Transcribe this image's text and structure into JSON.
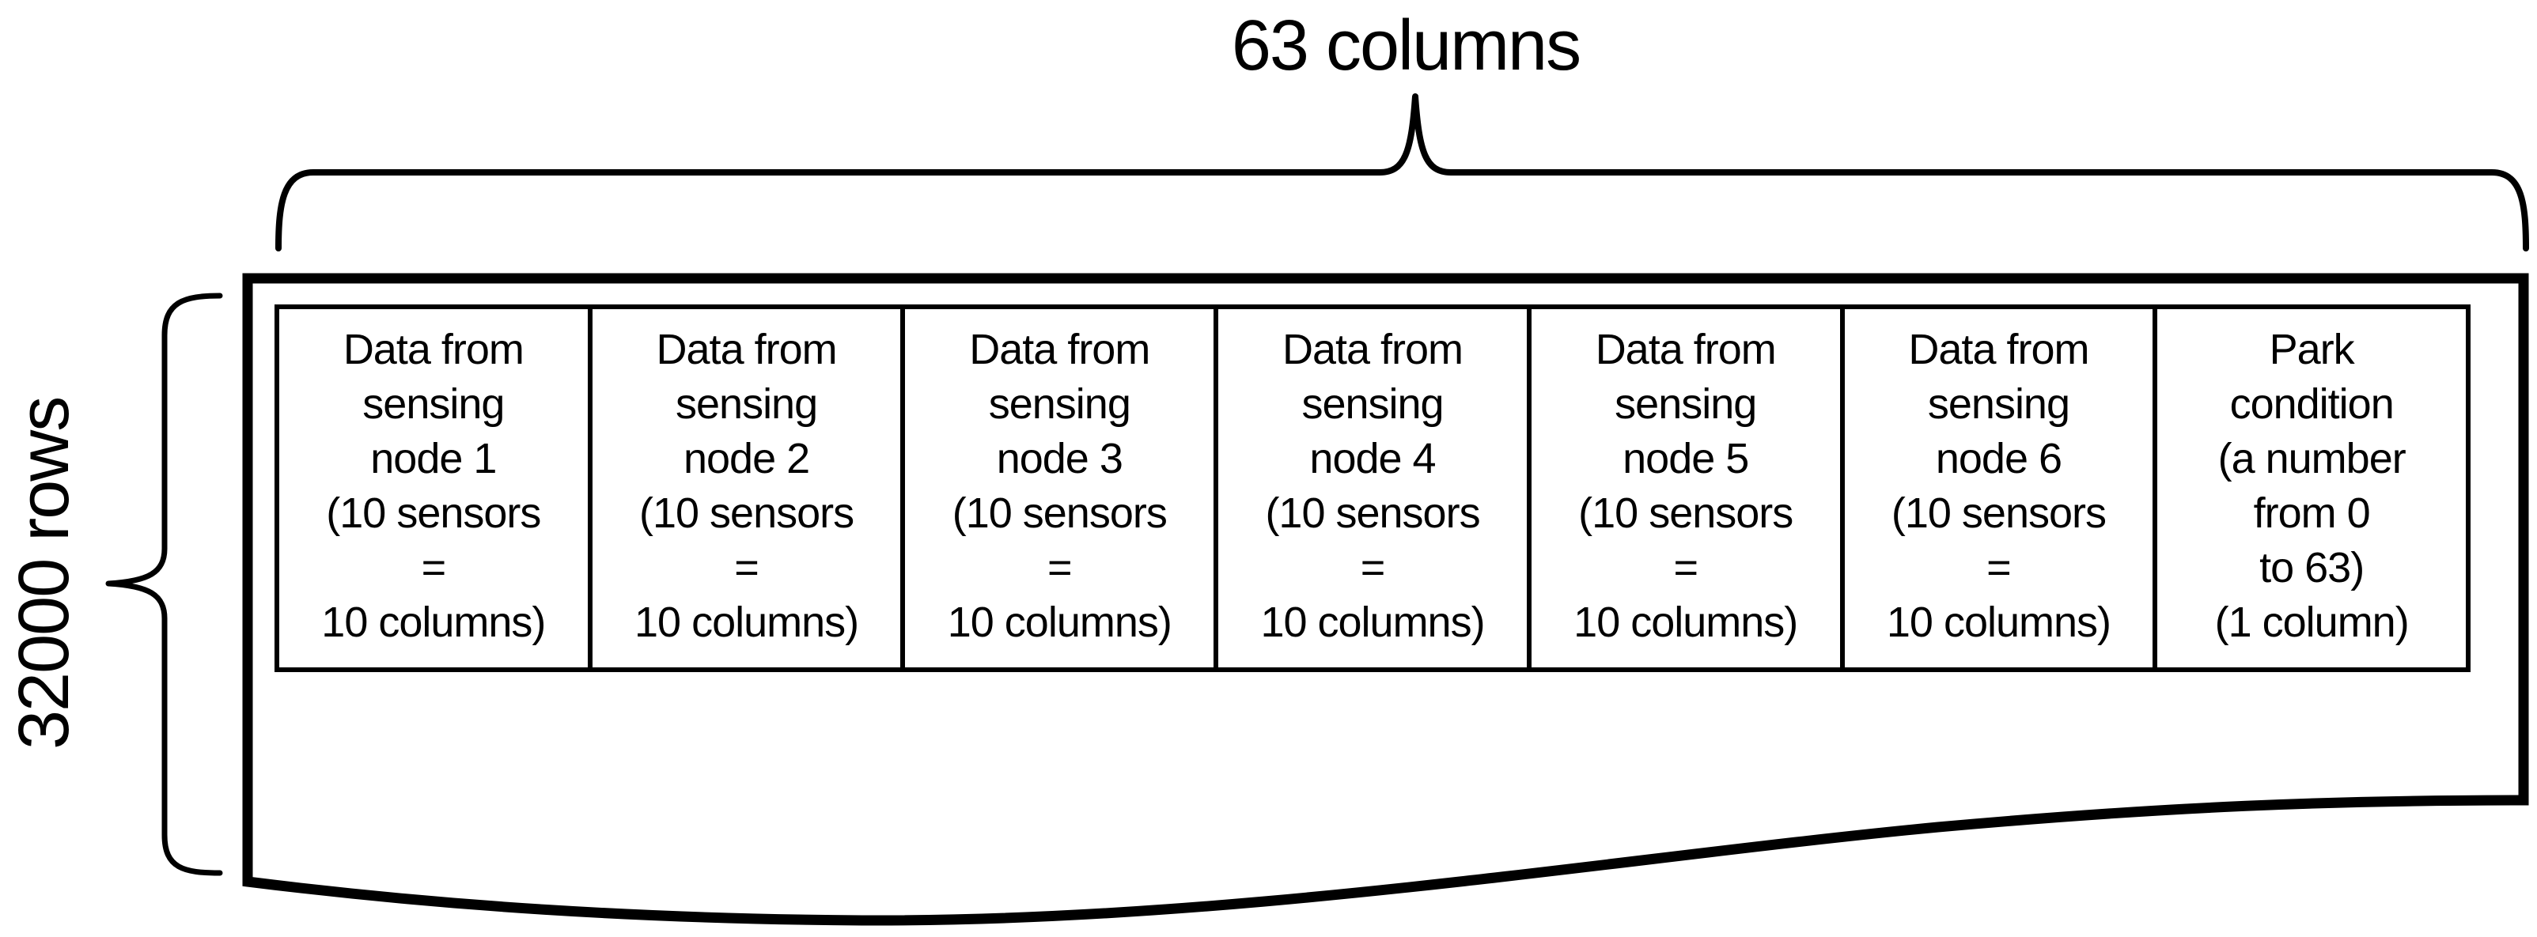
{
  "figure": {
    "top_brace_label": "63 columns",
    "left_brace_label": "32000 rows",
    "table": {
      "cells": [
        {
          "id": "sensing-node-1",
          "lines": [
            "Data from",
            "sensing",
            "node 1",
            "(10 sensors",
            "=",
            "10 columns)"
          ]
        },
        {
          "id": "sensing-node-2",
          "lines": [
            "Data from",
            "sensing",
            "node 2",
            "(10 sensors",
            "=",
            "10 columns)"
          ]
        },
        {
          "id": "sensing-node-3",
          "lines": [
            "Data from",
            "sensing",
            "node 3",
            "(10 sensors",
            "=",
            "10 columns)"
          ]
        },
        {
          "id": "sensing-node-4",
          "lines": [
            "Data from",
            "sensing",
            "node 4",
            "(10 sensors",
            "=",
            "10 columns)"
          ]
        },
        {
          "id": "sensing-node-5",
          "lines": [
            "Data from",
            "sensing",
            "node 5",
            "(10 sensors",
            "=",
            "10 columns)"
          ]
        },
        {
          "id": "sensing-node-6",
          "lines": [
            "Data from",
            "sensing",
            "node 6",
            "(10 sensors",
            "=",
            "10 columns)"
          ]
        },
        {
          "id": "park-condition",
          "lines": [
            "Park",
            "condition",
            "(a number",
            "from 0",
            "to 63)",
            "(1 column)"
          ]
        }
      ]
    },
    "colors": {
      "ink": "#000000",
      "background": "#ffffff"
    }
  }
}
